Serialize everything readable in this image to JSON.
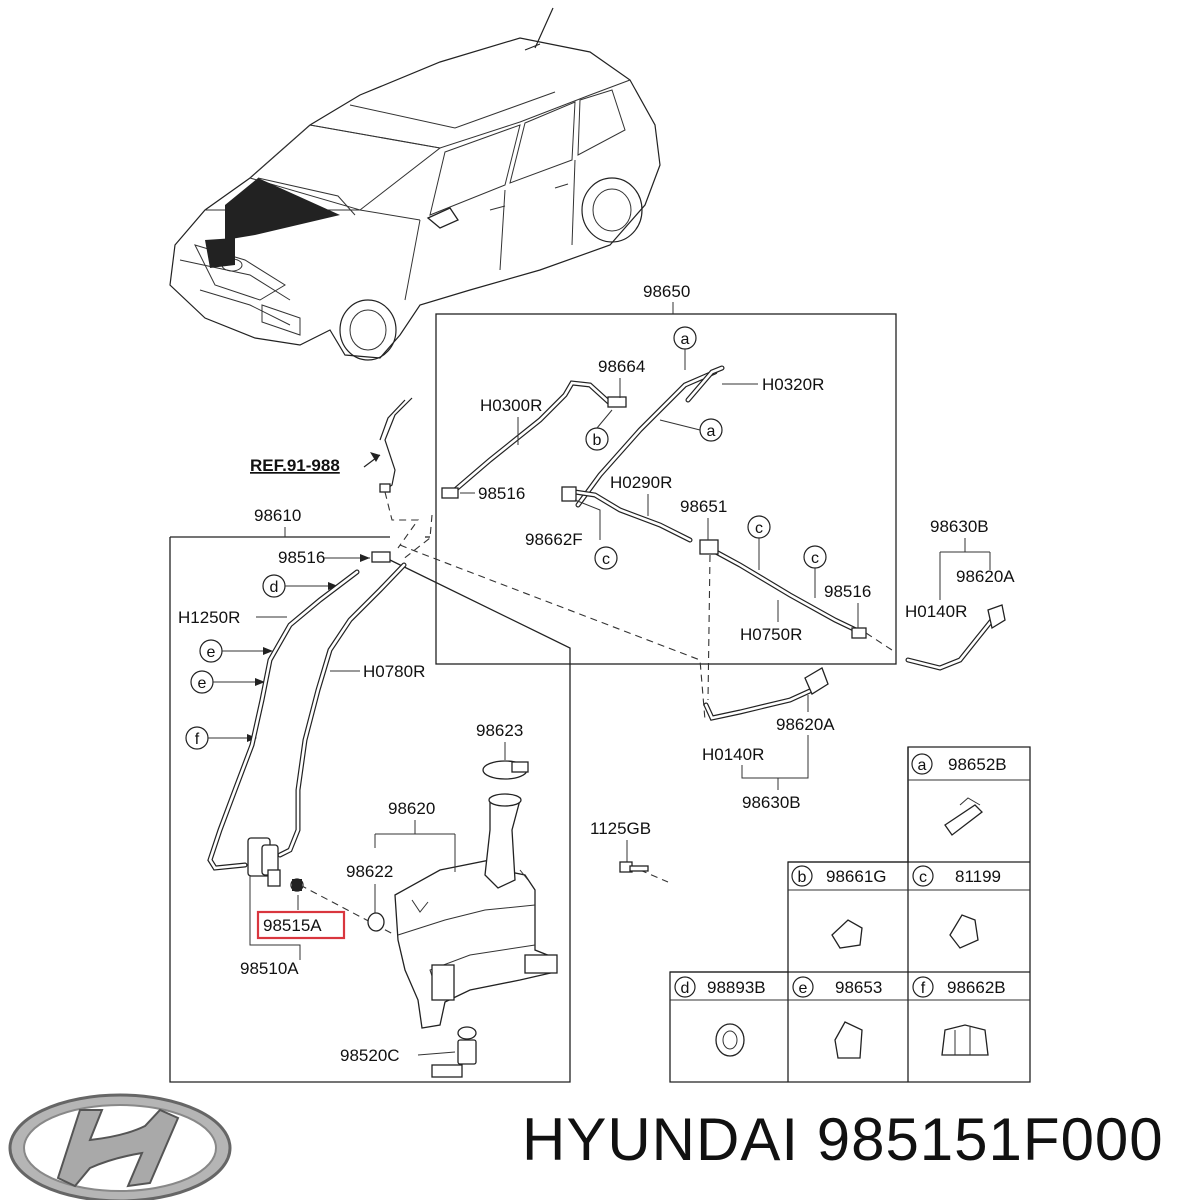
{
  "labels": {
    "l98650": "98650",
    "l98664": "98664",
    "lH0320R": "H0320R",
    "lH0300R": "H0300R",
    "lREF": "REF.91-988",
    "l98516_top": "98516",
    "lH0290R": "H0290R",
    "l98651": "98651",
    "l98662F": "98662F",
    "l98516_mid": "98516",
    "lH0750R": "H0750R",
    "l98630B_top": "98630B",
    "l98620A_top": "98620A",
    "lH0140R_top": "H0140R",
    "l98610": "98610",
    "l98516_left": "98516",
    "lH1250R": "H1250R",
    "lH0780R": "H0780R",
    "l98620A_bot": "98620A",
    "lH0140R_bot": "H0140R",
    "l98630B_bot": "98630B",
    "l98623": "98623",
    "l98620": "98620",
    "l98622": "98622",
    "l1125GB": "1125GB",
    "l98515A": "98515A",
    "l98510A": "98510A",
    "l98520C": "98520C"
  },
  "callouts": {
    "a": "a",
    "b": "b",
    "c": "c",
    "d": "d",
    "e": "e",
    "f": "f"
  },
  "legend": {
    "a_code": "98652B",
    "b_code": "98661G",
    "c_code": "81199",
    "d_code": "98893B",
    "e_code": "98653",
    "f_code": "98662B"
  },
  "brand": {
    "text": "HYUNDAI 985151F000",
    "logo_icon": "hyundai-logo-icon"
  },
  "colors": {
    "highlight": "#d9363e",
    "ink": "#222222"
  }
}
